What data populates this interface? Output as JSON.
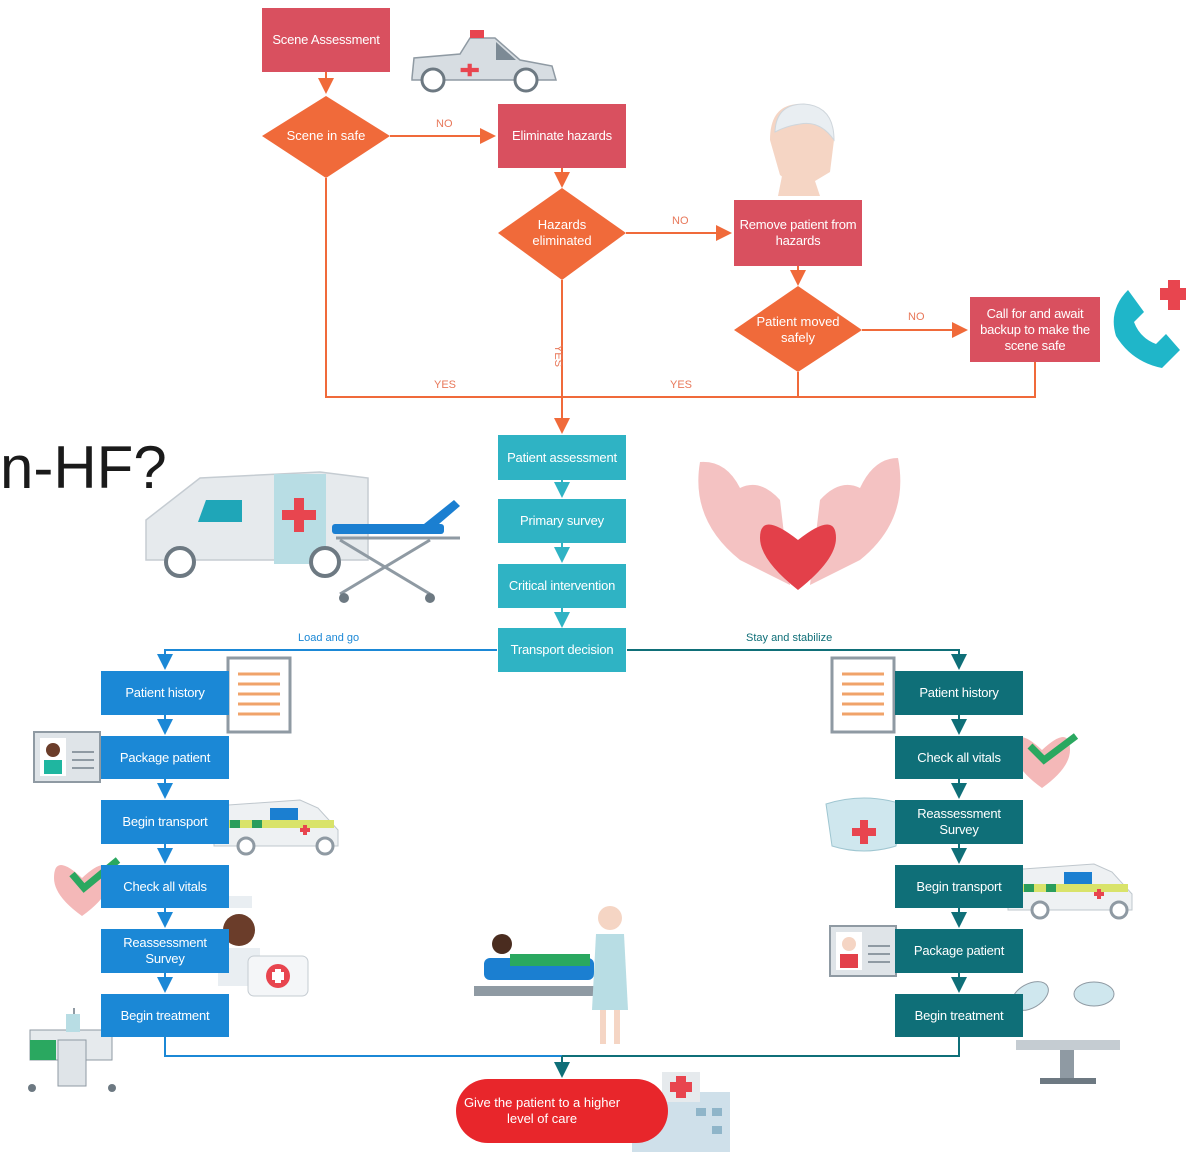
{
  "heading": "n-HF?",
  "colors": {
    "red": "#d9505f",
    "orange": "#f06a3a",
    "teal": "#2fb3c4",
    "blue": "#1b88d6",
    "dark_teal": "#0f6f78",
    "final_red": "#e8262b"
  },
  "top": {
    "scene_assessment": "Scene Assessment",
    "scene_safe": "Scene in safe",
    "eliminate_hazards": "Eliminate hazards",
    "hazards_eliminated": "Hazards eliminated",
    "remove_patient": "Remove patient from hazards",
    "patient_moved": "Patient moved safely",
    "call_backup": "Call for and await backup to make the scene safe",
    "no1": "NO",
    "no2": "NO",
    "no3": "NO",
    "yes_vertical": "YES",
    "yes_left": "YES",
    "yes_right": "YES"
  },
  "center": {
    "patient_assessment": "Patient assessment",
    "primary_survey": "Primary survey",
    "critical_intervention": "Critical intervention",
    "transport_decision": "Transport decision",
    "load_and_go": "Load and go",
    "stay_and_stabilize": "Stay and stabilize"
  },
  "left_branch": [
    "Patient history",
    "Package patient",
    "Begin transport",
    "Check all vitals",
    "Reassessment Survey",
    "Begin treatment"
  ],
  "right_branch": [
    "Patient history",
    "Check all vitals",
    "Reassessment Survey",
    "Begin transport",
    "Package patient",
    "Begin treatment"
  ],
  "final": "Give the patient to a higher level of care",
  "icons": [
    "ambulance-car-icon",
    "bandaged-head-icon",
    "phone-plus-icon",
    "ambulance-stretcher-icon",
    "hands-heart-icon",
    "document-icon",
    "id-card-icon",
    "ambulance-van-icon",
    "heart-check-icon",
    "doctor-icon",
    "first-aid-kit-icon",
    "hospital-bed-icon",
    "patient-nurse-icon",
    "nurse-cap-icon",
    "surgical-lamp-icon",
    "hospital-building-icon"
  ]
}
